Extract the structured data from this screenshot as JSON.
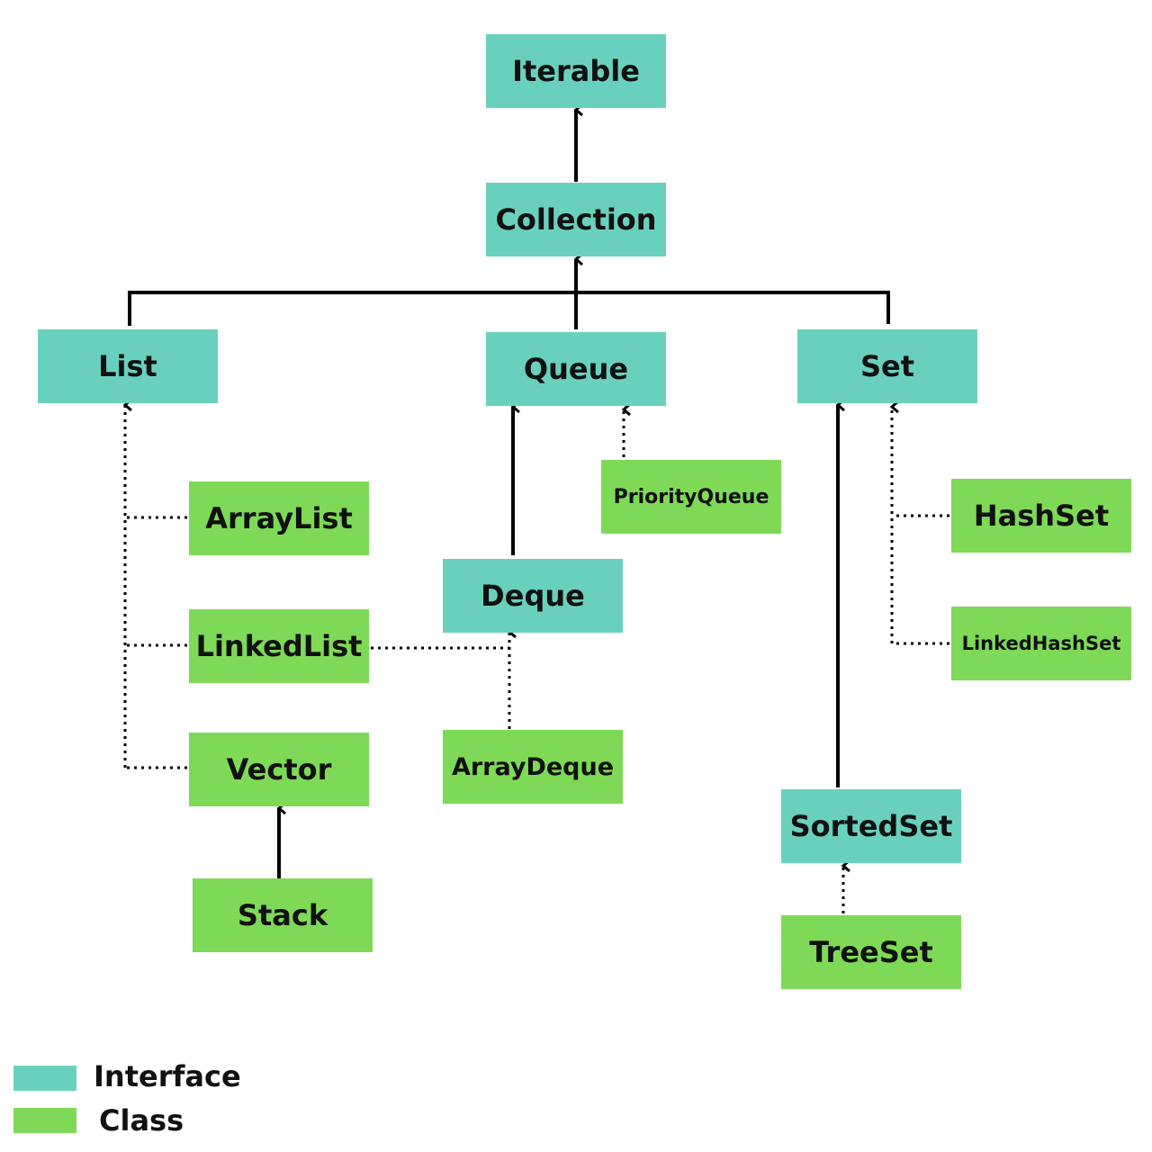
{
  "colors": {
    "interface": "#6ad0be",
    "class": "#7ed957",
    "line": "#000000"
  },
  "nodes": {
    "iterable": "Iterable",
    "collection": "Collection",
    "list": "List",
    "queue": "Queue",
    "set": "Set",
    "arraylist": "ArrayList",
    "linkedlist": "LinkedList",
    "vector": "Vector",
    "stack": "Stack",
    "priorityqueue": "PriorityQueue",
    "deque": "Deque",
    "arraydeque": "ArrayDeque",
    "hashset": "HashSet",
    "linkedhashset": "LinkedHashSet",
    "sortedset": "SortedSet",
    "treeset": "TreeSet"
  },
  "legend": {
    "interface": "Interface",
    "class": "Class"
  }
}
